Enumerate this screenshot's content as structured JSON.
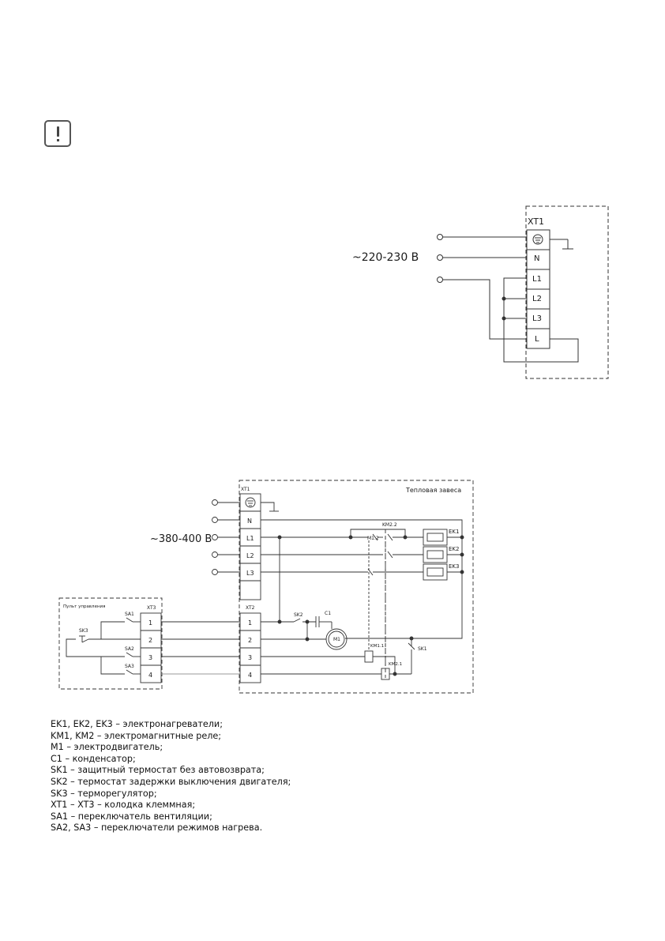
{
  "diagram1": {
    "voltage": "~220-230 В",
    "block": "XT1",
    "terminals": [
      "N",
      "L1",
      "L2",
      "L3",
      "L"
    ]
  },
  "diagram2": {
    "voltage": "~380-400 В",
    "box_label": "Тепловая завеса",
    "panel_label": "Пульт управления",
    "xt1": {
      "label": "XT1",
      "terminals": [
        "N",
        "L1",
        "L2",
        "L3"
      ]
    },
    "xt2": {
      "label": "XT2",
      "terminals": [
        "1",
        "2",
        "3",
        "4"
      ]
    },
    "xt3": {
      "label": "XT3",
      "terminals": [
        "1",
        "2",
        "3",
        "4"
      ]
    },
    "labels": {
      "sa1": "SA1",
      "sa2": "SA2",
      "sa3": "SA3",
      "sk3": "SK3",
      "sk2": "SK2",
      "sk1": "SK1",
      "c1": "C1",
      "m1": "M1",
      "km11": "KM1.1",
      "km12": "M1.2",
      "km21": "KM2.1",
      "km22": "KM2.2",
      "ek1": "EK1",
      "ek2": "EK2",
      "ek3": "EK3"
    }
  },
  "legend": [
    "EK1, EK2, EK3 – электронагреватели;",
    "KM1, KM2 – электромагнитные реле;",
    "M1 – электродвигатель;",
    "C1 – конденсатор;",
    "SK1 – защитный термостат без автовозврата;",
    "SK2 – термостат задержки выключения двигателя;",
    "SK3 – терморегулятор;",
    "XT1 – XT3 – колодка клеммная;",
    "SA1 – переключатель вентиляции;",
    "SA2, SA3 – переключатели режимов нагрева."
  ]
}
